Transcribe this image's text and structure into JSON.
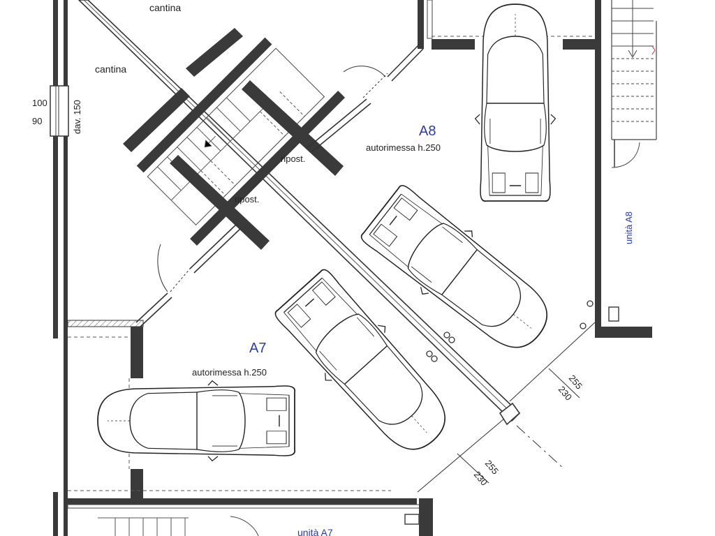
{
  "rooms": {
    "cantina_1": "cantina",
    "cantina_2": "cantina",
    "a8_code": "A8",
    "a8_desc": "autorimessa h.250",
    "a7_code": "A7",
    "a7_desc": "autorimessa h.250",
    "unit_a8": "unità A8",
    "unit_a7": "unità A7",
    "ripost_1": "ripost.",
    "ripost_2": "ripost."
  },
  "dimensions": {
    "window_w": "100",
    "window_h": "90",
    "sill": "dav. 150",
    "right_outer": "255",
    "right_inner": "230",
    "bottom_outer": "255",
    "bottom_inner": "230"
  },
  "colors": {
    "wall": "#3a3a3a",
    "line": "#2b2b2b",
    "unit_text": "#2a3bb5"
  }
}
